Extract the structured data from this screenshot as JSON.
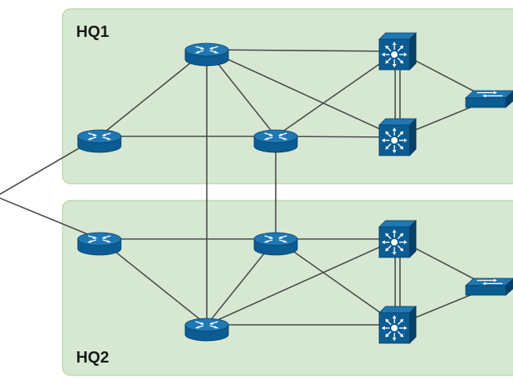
{
  "zones": [
    {
      "id": "hq1",
      "label": "HQ1"
    },
    {
      "id": "hq2",
      "label": "HQ2"
    }
  ],
  "devices": [
    {
      "id": "hq1-router-top",
      "type": "router"
    },
    {
      "id": "hq1-router-left",
      "type": "router"
    },
    {
      "id": "hq1-router-mid",
      "type": "router"
    },
    {
      "id": "hq1-l3switch-top",
      "type": "l3-switch"
    },
    {
      "id": "hq1-l3switch-bottom",
      "type": "l3-switch"
    },
    {
      "id": "hq1-switch",
      "type": "switch"
    },
    {
      "id": "hq2-router-left",
      "type": "router"
    },
    {
      "id": "hq2-router-mid",
      "type": "router"
    },
    {
      "id": "hq2-router-bottom",
      "type": "router"
    },
    {
      "id": "hq2-l3switch-top",
      "type": "l3-switch"
    },
    {
      "id": "hq2-l3switch-bottom",
      "type": "l3-switch"
    },
    {
      "id": "hq2-switch",
      "type": "switch"
    }
  ],
  "links": [
    [
      "wan",
      "hq1-router-left"
    ],
    [
      "wan",
      "hq2-router-left"
    ],
    [
      "hq1-router-top",
      "hq1-router-left"
    ],
    [
      "hq1-router-top",
      "hq1-router-mid"
    ],
    [
      "hq1-router-top",
      "hq1-l3switch-top"
    ],
    [
      "hq1-router-top",
      "hq1-l3switch-bottom"
    ],
    [
      "hq1-router-top",
      "hq2-router-bottom"
    ],
    [
      "hq1-router-left",
      "hq1-router-mid"
    ],
    [
      "hq1-router-mid",
      "hq1-l3switch-top"
    ],
    [
      "hq1-router-mid",
      "hq1-l3switch-bottom"
    ],
    [
      "hq1-router-mid",
      "hq2-router-mid"
    ],
    [
      "hq1-l3switch-top",
      "hq1-switch"
    ],
    [
      "hq1-l3switch-bottom",
      "hq1-switch"
    ],
    [
      "hq2-router-left",
      "hq2-router-mid"
    ],
    [
      "hq2-router-left",
      "hq2-router-bottom"
    ],
    [
      "hq2-router-mid",
      "hq2-router-bottom"
    ],
    [
      "hq2-router-mid",
      "hq2-l3switch-top"
    ],
    [
      "hq2-router-mid",
      "hq2-l3switch-bottom"
    ],
    [
      "hq2-router-bottom",
      "hq2-l3switch-top"
    ],
    [
      "hq2-router-bottom",
      "hq2-l3switch-bottom"
    ],
    [
      "hq2-l3switch-top",
      "hq2-switch"
    ],
    [
      "hq2-l3switch-bottom",
      "hq2-switch"
    ]
  ],
  "double_links": [
    [
      "hq1-l3switch-top",
      "hq1-l3switch-bottom"
    ],
    [
      "hq2-l3switch-top",
      "hq2-l3switch-bottom"
    ]
  ],
  "colors": {
    "zone_fill": "#d7e8d2",
    "zone_stroke": "#a9cba0",
    "link": "#4a4a4a",
    "device_body": "#0b5c93",
    "device_top": "#1f78b4",
    "device_dark": "#073f66",
    "device_glyph": "#ffffff"
  }
}
